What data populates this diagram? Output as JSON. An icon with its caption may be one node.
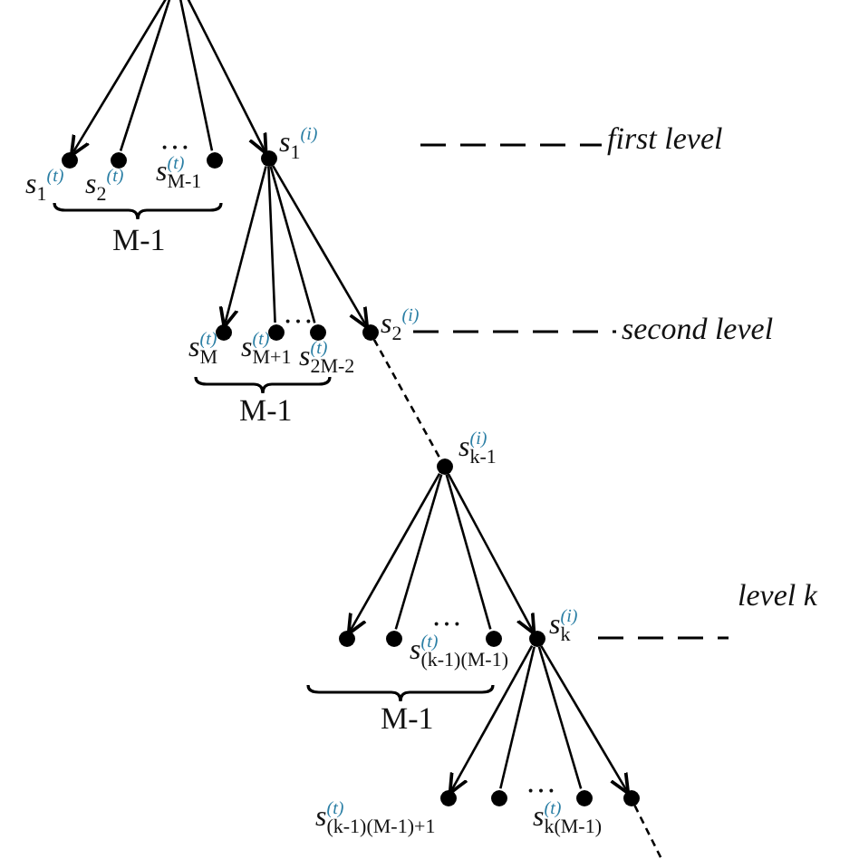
{
  "diagram": {
    "nodes": [
      {
        "text": [],
        "shape": "circle",
        "beside": [
          "*s*$_{1}$$^{(t)}$"
        ]
      },
      {
        "text": [],
        "shape": "circle",
        "beside": [
          "*s*$_{2}$$^{(t)}$"
        ]
      },
      {
        "text": [],
        "shape": "circle",
        "beside": [
          "*s*$^{(t)}$$_{M-1}$"
        ]
      },
      {
        "text": [],
        "shape": "circle",
        "beside": [
          "*s*$_{1}$$^{(i)}$"
        ]
      },
      {
        "text": [],
        "shape": "circle",
        "beside": [
          "*s*$^{(t)}$$_{M}$"
        ]
      },
      {
        "text": [],
        "shape": "circle",
        "beside": [
          "*s*$^{(t)}$$_{M+1}$"
        ]
      },
      {
        "text": [],
        "shape": "circle",
        "beside": [
          "*s*$^{(t)}$$_{2M-2}$"
        ]
      },
      {
        "text": [],
        "shape": "circle",
        "beside": [
          "*s*$_{2}$$^{(i)}$"
        ]
      },
      {
        "text": [],
        "shape": "circle",
        "beside": [
          "*s*$^{(i)}$$_{k-1}$"
        ]
      },
      {
        "text": [],
        "shape": "circle"
      },
      {
        "text": [],
        "shape": "circle"
      },
      {
        "text": [],
        "shape": "circle",
        "beside": [
          "*s*$^{(t)}$$_{(k-1)(M-1)}$"
        ]
      },
      {
        "text": [],
        "shape": "circle",
        "beside": [
          "*s*$^{(i)}$$_{k}$"
        ]
      },
      {
        "text": [],
        "shape": "circle",
        "beside": [
          "*s*$^{(t)}$$_{(k-1)(M-1)+1}$"
        ]
      },
      {
        "text": [],
        "shape": "circle"
      },
      {
        "text": [],
        "shape": "circle",
        "beside": [
          "*s*$^{(t)}$$_{k(M-1)}$"
        ]
      },
      {
        "text": [],
        "shape": "circle"
      }
    ],
    "edges": [
      {
        "from": null,
        "to": 0,
        "arrow": "to"
      },
      {
        "from": null,
        "to": 1,
        "arrow": "none"
      },
      {
        "from": null,
        "to": 2,
        "arrow": "none"
      },
      {
        "from": null,
        "to": 3,
        "arrow": "to"
      },
      {
        "from": 3,
        "to": 4,
        "arrow": "to"
      },
      {
        "from": 3,
        "to": 5,
        "arrow": "none"
      },
      {
        "from": 3,
        "to": 6,
        "arrow": "none"
      },
      {
        "from": 3,
        "to": 7,
        "arrow": "to"
      },
      {
        "from": 7,
        "to": 8,
        "arrow": "none",
        "style": "dashed"
      },
      {
        "from": 8,
        "to": 9,
        "arrow": "to"
      },
      {
        "from": 8,
        "to": 10,
        "arrow": "none"
      },
      {
        "from": 8,
        "to": 11,
        "arrow": "none"
      },
      {
        "from": 8,
        "to": 12,
        "arrow": "to"
      },
      {
        "from": 12,
        "to": 13,
        "arrow": "to"
      },
      {
        "from": 12,
        "to": 14,
        "arrow": "none"
      },
      {
        "from": 12,
        "to": 15,
        "arrow": "none"
      },
      {
        "from": 12,
        "to": 16,
        "arrow": "to"
      },
      {
        "from": 16,
        "to": null,
        "arrow": "none",
        "style": "dashed"
      }
    ],
    "labels": [
      "…",
      "first level",
      "M-1",
      "…",
      "second level",
      "M-1",
      "…",
      "level *k*",
      "M-1",
      "…"
    ]
  }
}
